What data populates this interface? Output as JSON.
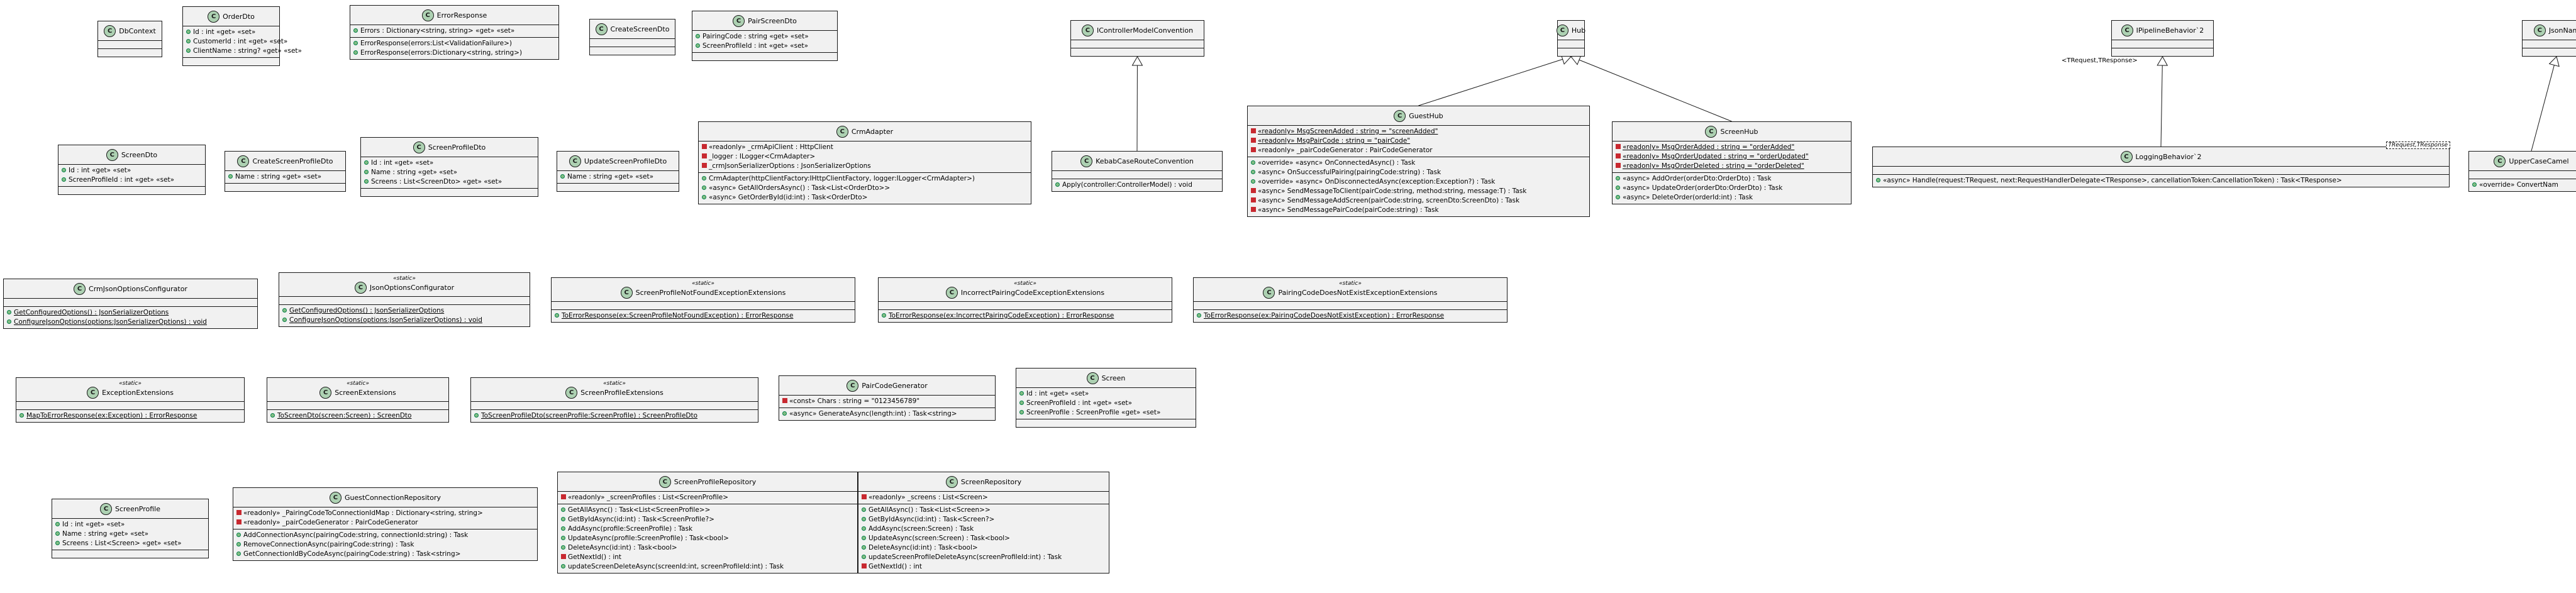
{
  "diagram_type": "UML class diagram",
  "colors": {
    "class_badge": "#add1b2",
    "static_badge": "#add1b2",
    "box_fill": "#f1f1f1",
    "border": "#181818",
    "private": "#c82930",
    "public": "#84be84"
  },
  "edge_labels": {
    "pipeline_generic": "<TRequest,TResponse>"
  },
  "classes": [
    {
      "id": "DbContext",
      "name": "DbContext",
      "stereo": "",
      "generic": "",
      "fields": [],
      "methods": []
    },
    {
      "id": "OrderDto",
      "name": "OrderDto",
      "stereo": "",
      "generic": "",
      "fields": [
        {
          "v": "pub",
          "t": "Id : int «get» «set»"
        },
        {
          "v": "pub",
          "t": "CustomerId : int «get» «set»"
        },
        {
          "v": "pub",
          "t": "ClientName : string? «get» «set»"
        }
      ],
      "methods": []
    },
    {
      "id": "ErrorResponse",
      "name": "ErrorResponse",
      "stereo": "",
      "generic": "",
      "fields": [
        {
          "v": "pub",
          "t": "Errors : Dictionary<string, string> «get» «set»"
        }
      ],
      "methods": [
        {
          "v": "pub",
          "t": "ErrorResponse(errors:List<ValidationFailure>)"
        },
        {
          "v": "pub",
          "t": "ErrorResponse(errors:Dictionary<string, string>)"
        }
      ]
    },
    {
      "id": "CreateScreenDto",
      "name": "CreateScreenDto",
      "stereo": "",
      "generic": "",
      "fields": [],
      "methods": []
    },
    {
      "id": "PairScreenDto",
      "name": "PairScreenDto",
      "stereo": "",
      "generic": "",
      "fields": [
        {
          "v": "pub",
          "t": "PairingCode : string «get» «set»"
        },
        {
          "v": "pub",
          "t": "ScreenProfileId : int «get» «set»"
        }
      ],
      "methods": []
    },
    {
      "id": "IControllerModelConvention",
      "name": "IControllerModelConvention",
      "stereo": "",
      "generic": "",
      "fields": [],
      "methods": []
    },
    {
      "id": "Hub",
      "name": "Hub",
      "stereo": "",
      "generic": "",
      "fields": [],
      "methods": []
    },
    {
      "id": "IPipelineBehavior",
      "name": "IPipelineBehavior`2",
      "stereo": "",
      "generic": "",
      "fields": [],
      "methods": []
    },
    {
      "id": "JsonNam",
      "name": "JsonNam",
      "stereo": "",
      "generic": "",
      "fields": [],
      "methods": []
    },
    {
      "id": "ScreenDto",
      "name": "ScreenDto",
      "stereo": "",
      "generic": "",
      "fields": [
        {
          "v": "pub",
          "t": "Id : int «get» «set»"
        },
        {
          "v": "pub",
          "t": "ScreenProfileId : int «get» «set»"
        }
      ],
      "methods": []
    },
    {
      "id": "CreateScreenProfileDto",
      "name": "CreateScreenProfileDto",
      "stereo": "",
      "generic": "",
      "fields": [
        {
          "v": "pub",
          "t": "Name : string «get» «set»"
        }
      ],
      "methods": []
    },
    {
      "id": "ScreenProfileDto",
      "name": "ScreenProfileDto",
      "stereo": "",
      "generic": "",
      "fields": [
        {
          "v": "pub",
          "t": "Id : int «get» «set»"
        },
        {
          "v": "pub",
          "t": "Name : string «get» «set»"
        },
        {
          "v": "pub",
          "t": "Screens : List<ScreenDto> «get» «set»"
        }
      ],
      "methods": []
    },
    {
      "id": "UpdateScreenProfileDto",
      "name": "UpdateScreenProfileDto",
      "stereo": "",
      "generic": "",
      "fields": [
        {
          "v": "pub",
          "t": "Name : string «get» «set»"
        }
      ],
      "methods": []
    },
    {
      "id": "CrmAdapter",
      "name": "CrmAdapter",
      "stereo": "",
      "generic": "",
      "fields": [
        {
          "v": "priv",
          "t": "«readonly» _crmApiClient : HttpClient"
        },
        {
          "v": "priv",
          "t": "_logger : ILogger<CrmAdapter>"
        },
        {
          "v": "priv",
          "t": "_crmJsonSerializerOptions : JsonSerializerOptions"
        }
      ],
      "methods": [
        {
          "v": "pub",
          "t": "CrmAdapter(httpClientFactory:IHttpClientFactory, logger:ILogger<CrmAdapter>)"
        },
        {
          "v": "pub",
          "t": "«async» GetAllOrdersAsync() : Task<List<OrderDto>>"
        },
        {
          "v": "pub",
          "t": "«async» GetOrderById(id:int) : Task<OrderDto>"
        }
      ]
    },
    {
      "id": "KebabCaseRouteConvention",
      "name": "KebabCaseRouteConvention",
      "stereo": "",
      "generic": "",
      "fields": [],
      "methods": [
        {
          "v": "pub",
          "t": "Apply(controller:ControllerModel) : void"
        }
      ]
    },
    {
      "id": "GuestHub",
      "name": "GuestHub",
      "stereo": "",
      "generic": "",
      "fields": [
        {
          "v": "priv",
          "t": "«readonly» MsgScreenAdded : string = \"screenAdded\"",
          "s": true
        },
        {
          "v": "priv",
          "t": "«readonly» MsgPairCode : string = \"pairCode\"",
          "s": true
        },
        {
          "v": "priv",
          "t": "«readonly» _pairCodeGenerator : PairCodeGenerator"
        }
      ],
      "methods": [
        {
          "v": "pub",
          "t": "«override» «async» OnConnectedAsync() : Task"
        },
        {
          "v": "pub",
          "t": "«async» OnSuccessfulPairing(pairingCode:string) : Task"
        },
        {
          "v": "pub",
          "t": "«override» «async» OnDisconnectedAsync(exception:Exception?) : Task"
        },
        {
          "v": "priv",
          "t": "«async» SendMessageToClient(pairCode:string, method:string, message:T) : Task"
        },
        {
          "v": "priv",
          "t": "«async» SendMessageAddScreen(pairCode:string, screenDto:ScreenDto) : Task"
        },
        {
          "v": "priv",
          "t": "«async» SendMessagePairCode(pairCode:string) : Task"
        }
      ]
    },
    {
      "id": "ScreenHub",
      "name": "ScreenHub",
      "stereo": "",
      "generic": "",
      "fields": [
        {
          "v": "priv",
          "t": "«readonly» MsgOrderAdded : string = \"orderAdded\"",
          "s": true
        },
        {
          "v": "priv",
          "t": "«readonly» MsgOrderUpdated : string = \"orderUpdated\"",
          "s": true
        },
        {
          "v": "priv",
          "t": "«readonly» MsgOrderDeleted : string = \"orderDeleted\"",
          "s": true
        }
      ],
      "methods": [
        {
          "v": "pub",
          "t": "«async» AddOrder(orderDto:OrderDto) : Task"
        },
        {
          "v": "pub",
          "t": "«async» UpdateOrder(orderDto:OrderDto) : Task"
        },
        {
          "v": "pub",
          "t": "«async» DeleteOrder(orderId:int) : Task"
        }
      ]
    },
    {
      "id": "LoggingBehavior",
      "name": "LoggingBehavior`2",
      "stereo": "",
      "generic": "TRequest,TResponse",
      "fields": [],
      "methods": [
        {
          "v": "pub",
          "t": "«async» Handle(request:TRequest, next:RequestHandlerDelegate<TResponse>, cancellationToken:CancellationToken) : Task<TResponse>"
        }
      ]
    },
    {
      "id": "UpperCaseCamel",
      "name": "UpperCaseCamel",
      "stereo": "",
      "generic": "",
      "fields": [],
      "methods": [
        {
          "v": "pub",
          "t": "«override» ConvertNam"
        }
      ]
    },
    {
      "id": "CrmJsonOptionsConfigurator",
      "name": "CrmJsonOptionsConfigurator",
      "stereo": "",
      "generic": "",
      "fields": [],
      "methods": [
        {
          "v": "pub",
          "t": "GetConfiguredOptions() : JsonSerializerOptions",
          "s": true
        },
        {
          "v": "pub",
          "t": "ConfigureJsonOptions(options:JsonSerializerOptions) : void",
          "s": true
        }
      ]
    },
    {
      "id": "JsonOptionsConfigurator",
      "name": "JsonOptionsConfigurator",
      "stereo": "«static»",
      "generic": "",
      "fields": [],
      "methods": [
        {
          "v": "pub",
          "t": "GetConfiguredOptions() : JsonSerializerOptions",
          "s": true
        },
        {
          "v": "pub",
          "t": "ConfigureJsonOptions(options:JsonSerializerOptions) : void",
          "s": true
        }
      ]
    },
    {
      "id": "ScreenProfileNotFoundExceptionExtensions",
      "name": "ScreenProfileNotFoundExceptionExtensions",
      "stereo": "«static»",
      "generic": "",
      "fields": [],
      "methods": [
        {
          "v": "pub",
          "t": "ToErrorResponse(ex:ScreenProfileNotFoundException) : ErrorResponse",
          "s": true
        }
      ]
    },
    {
      "id": "IncorrectPairingCodeExceptionExtensions",
      "name": "IncorrectPairingCodeExceptionExtensions",
      "stereo": "«static»",
      "generic": "",
      "fields": [],
      "methods": [
        {
          "v": "pub",
          "t": "ToErrorResponse(ex:IncorrectPairingCodeException) : ErrorResponse",
          "s": true
        }
      ]
    },
    {
      "id": "PairingCodeDoesNotExistExceptionExtensions",
      "name": "PairingCodeDoesNotExistExceptionExtensions",
      "stereo": "«static»",
      "generic": "",
      "fields": [],
      "methods": [
        {
          "v": "pub",
          "t": "ToErrorResponse(ex:PairingCodeDoesNotExistException) : ErrorResponse",
          "s": true
        }
      ]
    },
    {
      "id": "ExceptionExtensions",
      "name": "ExceptionExtensions",
      "stereo": "«static»",
      "generic": "",
      "fields": [],
      "methods": [
        {
          "v": "pub",
          "t": "MapToErrorResponse(ex:Exception) : ErrorResponse",
          "s": true
        }
      ]
    },
    {
      "id": "ScreenExtensions",
      "name": "ScreenExtensions",
      "stereo": "«static»",
      "generic": "",
      "fields": [],
      "methods": [
        {
          "v": "pub",
          "t": "ToScreenDto(screen:Screen) : ScreenDto",
          "s": true
        }
      ]
    },
    {
      "id": "ScreenProfileExtensions",
      "name": "ScreenProfileExtensions",
      "stereo": "«static»",
      "generic": "",
      "fields": [],
      "methods": [
        {
          "v": "pub",
          "t": "ToScreenProfileDto(screenProfile:ScreenProfile) : ScreenProfileDto",
          "s": true
        }
      ]
    },
    {
      "id": "PairCodeGenerator",
      "name": "PairCodeGenerator",
      "stereo": "",
      "generic": "",
      "fields": [
        {
          "v": "priv",
          "t": "«const» Chars : string = \"0123456789\""
        }
      ],
      "methods": [
        {
          "v": "pub",
          "t": "«async» GenerateAsync(length:int) : Task<string>"
        }
      ]
    },
    {
      "id": "Screen",
      "name": "Screen",
      "stereo": "",
      "generic": "",
      "fields": [
        {
          "v": "pub",
          "t": "Id : int «get» «set»"
        },
        {
          "v": "pub",
          "t": "ScreenProfileId : int «get» «set»"
        },
        {
          "v": "pub",
          "t": "ScreenProfile : ScreenProfile «get» «set»"
        }
      ],
      "methods": []
    },
    {
      "id": "ScreenProfile",
      "name": "ScreenProfile",
      "stereo": "",
      "generic": "",
      "fields": [
        {
          "v": "pub",
          "t": "Id : int «get» «set»"
        },
        {
          "v": "pub",
          "t": "Name : string «get» «set»"
        },
        {
          "v": "pub",
          "t": "Screens : List<Screen> «get» «set»"
        }
      ],
      "methods": []
    },
    {
      "id": "GuestConnectionRepository",
      "name": "GuestConnectionRepository",
      "stereo": "",
      "generic": "",
      "fields": [
        {
          "v": "priv",
          "t": "«readonly» _PairingCodeToConnectionIdMap : Dictionary<string, string>"
        },
        {
          "v": "priv",
          "t": "«readonly» _pairCodeGenerator : PairCodeGenerator"
        }
      ],
      "methods": [
        {
          "v": "pub",
          "t": "AddConnectionAsync(pairingCode:string, connectionId:string) : Task"
        },
        {
          "v": "pub",
          "t": "RemoveConnectionAsync(pairingCode:string) : Task"
        },
        {
          "v": "pub",
          "t": "GetConnectionIdByCodeAsync(pairingCode:string) : Task<string>"
        }
      ]
    },
    {
      "id": "ScreenProfileRepository",
      "name": "ScreenProfileRepository",
      "stereo": "",
      "generic": "",
      "fields": [
        {
          "v": "priv",
          "t": "«readonly» _screenProfiles : List<ScreenProfile>"
        }
      ],
      "methods": [
        {
          "v": "pub",
          "t": "GetAllAsync() : Task<List<ScreenProfile>>"
        },
        {
          "v": "pub",
          "t": "GetByIdAsync(id:int) : Task<ScreenProfile?>"
        },
        {
          "v": "pub",
          "t": "AddAsync(profile:ScreenProfile) : Task"
        },
        {
          "v": "pub",
          "t": "UpdateAsync(profile:ScreenProfile) : Task<bool>"
        },
        {
          "v": "pub",
          "t": "DeleteAsync(id:int) : Task<bool>"
        },
        {
          "v": "priv",
          "t": "GetNextId() : int"
        },
        {
          "v": "pub",
          "t": "updateScreenDeleteAsync(screenId:int, screenProfileId:int) : Task"
        }
      ]
    },
    {
      "id": "ScreenRepository",
      "name": "ScreenRepository",
      "stereo": "",
      "generic": "",
      "fields": [
        {
          "v": "priv",
          "t": "«readonly» _screens : List<Screen>"
        }
      ],
      "methods": [
        {
          "v": "pub",
          "t": "GetAllAsync() : Task<List<Screen>>"
        },
        {
          "v": "pub",
          "t": "GetByIdAsync(id:int) : Task<Screen?>"
        },
        {
          "v": "pub",
          "t": "AddAsync(screen:Screen) : Task"
        },
        {
          "v": "pub",
          "t": "UpdateAsync(screen:Screen) : Task<bool>"
        },
        {
          "v": "pub",
          "t": "DeleteAsync(id:int) : Task<bool>"
        },
        {
          "v": "pub",
          "t": "updateScreenProfileDeleteAsync(screenProfileId:int) : Task"
        },
        {
          "v": "priv",
          "t": "GetNextId() : int"
        }
      ]
    }
  ],
  "relations": [
    {
      "from": "KebabCaseRouteConvention",
      "to": "IControllerModelConvention",
      "type": "realization"
    },
    {
      "from": "GuestHub",
      "to": "Hub",
      "type": "inheritance"
    },
    {
      "from": "ScreenHub",
      "to": "Hub",
      "type": "inheritance"
    },
    {
      "from": "LoggingBehavior",
      "to": "IPipelineBehavior",
      "type": "realization"
    },
    {
      "from": "UpperCaseCamel",
      "to": "JsonNam",
      "type": "inheritance"
    }
  ]
}
